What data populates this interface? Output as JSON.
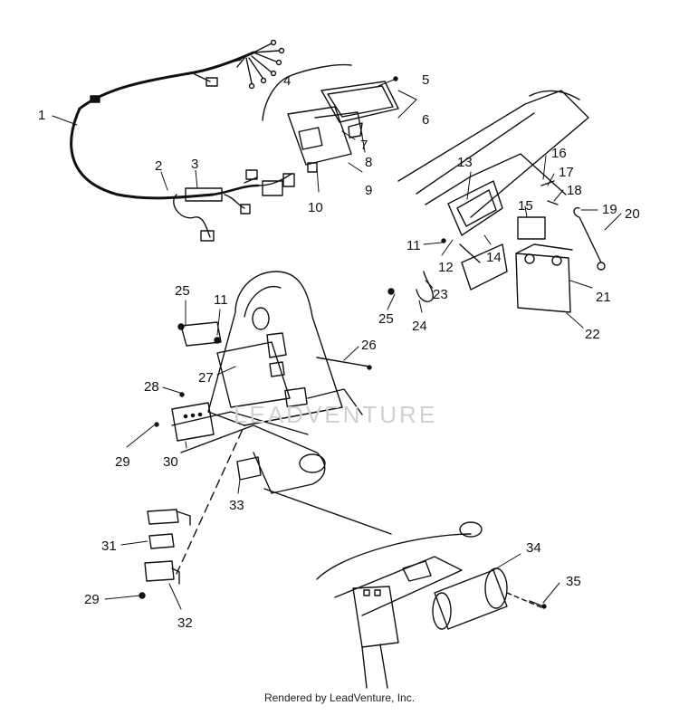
{
  "watermark": "LEADVENTURE",
  "footer": "Rendered by LeadVenture, Inc.",
  "callouts": {
    "c1": "1",
    "c2": "2",
    "c3": "3",
    "c4": "4",
    "c5": "5",
    "c6": "6",
    "c7": "7",
    "c8": "8",
    "c9": "9",
    "c10": "10",
    "c11a": "11",
    "c11b": "11",
    "c12": "12",
    "c13": "13",
    "c14": "14",
    "c15": "15",
    "c16": "16",
    "c17": "17",
    "c18": "18",
    "c19": "19",
    "c20": "20",
    "c21": "21",
    "c22": "22",
    "c23": "23",
    "c24": "24",
    "c25a": "25",
    "c25b": "25",
    "c26": "26",
    "c27": "27",
    "c28": "28",
    "c29a": "29",
    "c29b": "29",
    "c30": "30",
    "c31": "31",
    "c32": "32",
    "c33": "33",
    "c34": "34",
    "c35": "35"
  }
}
